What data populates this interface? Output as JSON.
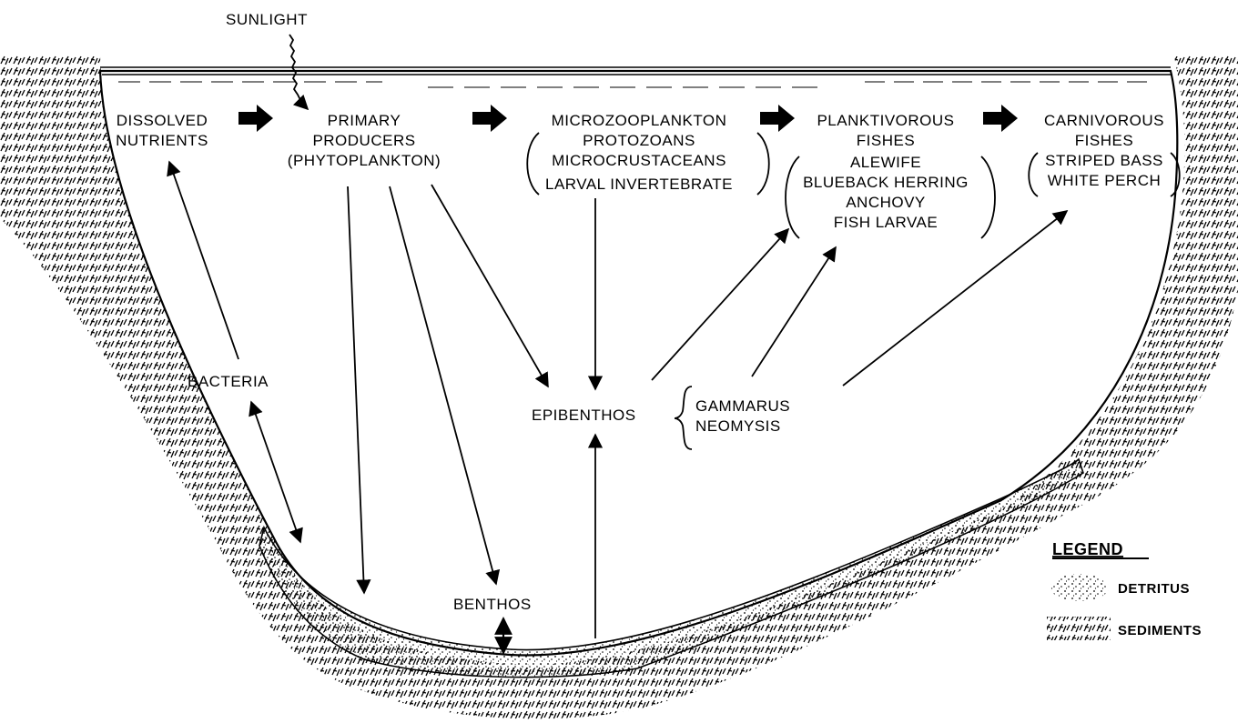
{
  "sunlight": "SUNLIGHT",
  "nodes": {
    "dissolved_nutrients": [
      "DISSOLVED",
      "NUTRIENTS"
    ],
    "primary_producers": [
      "PRIMARY",
      "PRODUCERS",
      "(PHYTOPLANKTON)"
    ],
    "microzooplankton": {
      "title": "MICROZOOPLANKTON",
      "items": [
        "PROTOZOANS",
        "MICROCRUSTACEANS",
        "LARVAL INVERTEBRATE"
      ]
    },
    "planktivorous_fishes": {
      "title": [
        "PLANKTIVOROUS",
        "FISHES"
      ],
      "items": [
        "ALEWIFE",
        "BLUEBACK HERRING",
        "ANCHOVY",
        "FISH LARVAE"
      ]
    },
    "carnivorous_fishes": {
      "title": [
        "CARNIVOROUS",
        "FISHES"
      ],
      "items": [
        "STRIPED BASS",
        "WHITE PERCH"
      ]
    },
    "bacteria": "BACTERIA",
    "epibenthos": "EPIBENTHOS",
    "epibenthos_members": [
      "GAMMARUS",
      "NEOMYSIS"
    ],
    "benthos": "BENTHOS"
  },
  "legend": {
    "title": "LEGEND",
    "items": [
      {
        "symbol": "detritus-swatch",
        "label": "DETRITUS"
      },
      {
        "symbol": "sediments-swatch",
        "label": "SEDIMENTS"
      }
    ]
  },
  "colors": {
    "ink": "#000000",
    "paper": "#ffffff"
  }
}
